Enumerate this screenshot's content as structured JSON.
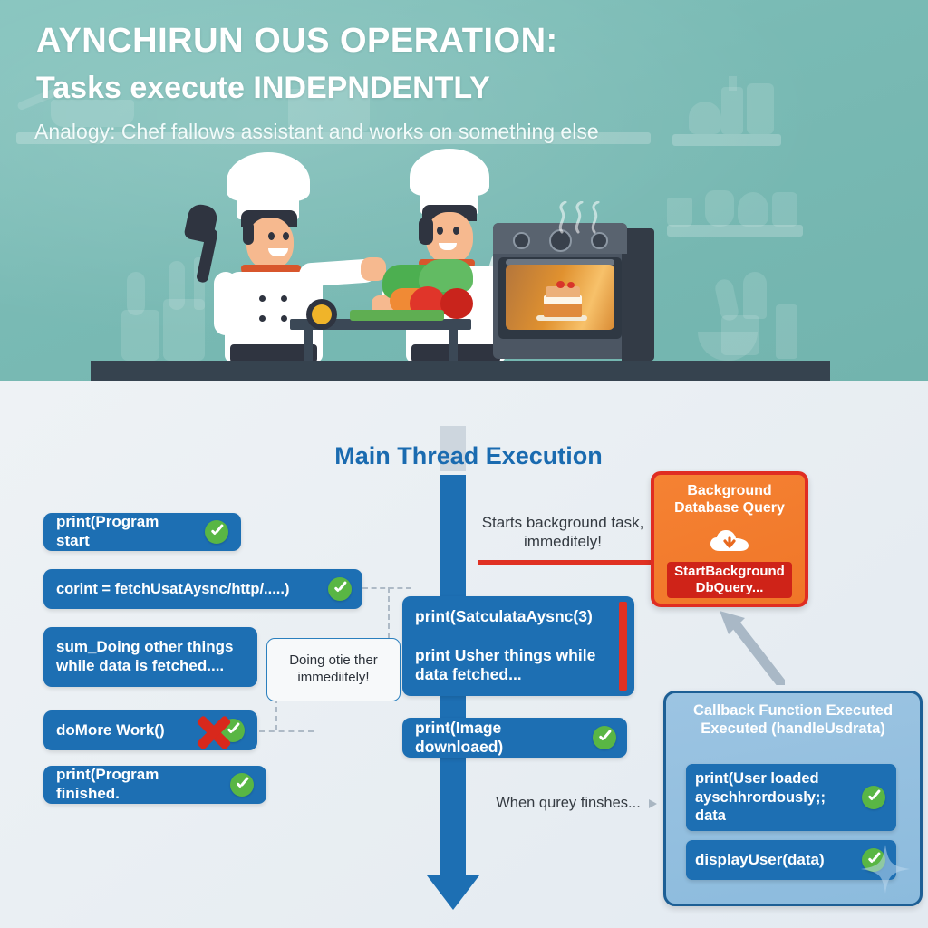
{
  "header": {
    "title": "AYNCHIRUN OUS OPERATION:",
    "subtitle": "Tasks execute INDEPNDENTLY",
    "analogy": "Analogy: Chef fallows assistant and works on something else",
    "scene": {
      "chef_left": "chef-pointing-with-spatula",
      "chef_right": "assistant-chef-chopping-vegetables",
      "appliance": "oven-with-baking-cake",
      "timer": "kitchen-timer"
    },
    "colors": {
      "background_teal": "#79bab4",
      "counter": "#36434f",
      "title_text": "#ffffff"
    }
  },
  "flow": {
    "title": "Main Thread Execution",
    "colors": {
      "trunk_blue": "#1d6fb3",
      "node_blue": "#1d6fb3",
      "accent_red": "#e03123",
      "background_orange": "#f58233",
      "callback_panel": "#8cbbdd",
      "check_green": "#59b644",
      "x_red": "#d8281c",
      "title_blue": "#1a6bb0"
    },
    "left_column": [
      {
        "label": "print(Program start",
        "status": "check"
      },
      {
        "label": "corint = fetchUsatAysnc/http/.....)",
        "status": "check"
      },
      {
        "label": "sum_Doing other things while data is fetched....",
        "status": "none"
      },
      {
        "label": "doMore Work()",
        "status": "x-over-check"
      },
      {
        "label": "print(Program finished.",
        "status": "check"
      }
    ],
    "center_column": [
      {
        "label": "print(SatculataAysnc(3)\n\nprint Usher things while data fetched...",
        "status": "red-bar"
      },
      {
        "label": "print(Image downloaed)",
        "status": "check"
      }
    ],
    "callouts": {
      "doing_other": "Doing otie ther immediitely!",
      "starts_background": "Starts background task, immeditely!",
      "when_query_finishes": "When qurey finshes..."
    },
    "background_task": {
      "title": "Background Database Query",
      "icon": "cloud-download-icon",
      "action": "StartBackground DbQuery..."
    },
    "callback": {
      "title": "Callback Function Executed Executed (handleUsdrata)",
      "items": [
        {
          "label": "print(User loaded ayschhrordously;; data",
          "status": "check"
        },
        {
          "label": "displayUser(data)",
          "status": "check"
        }
      ]
    }
  }
}
